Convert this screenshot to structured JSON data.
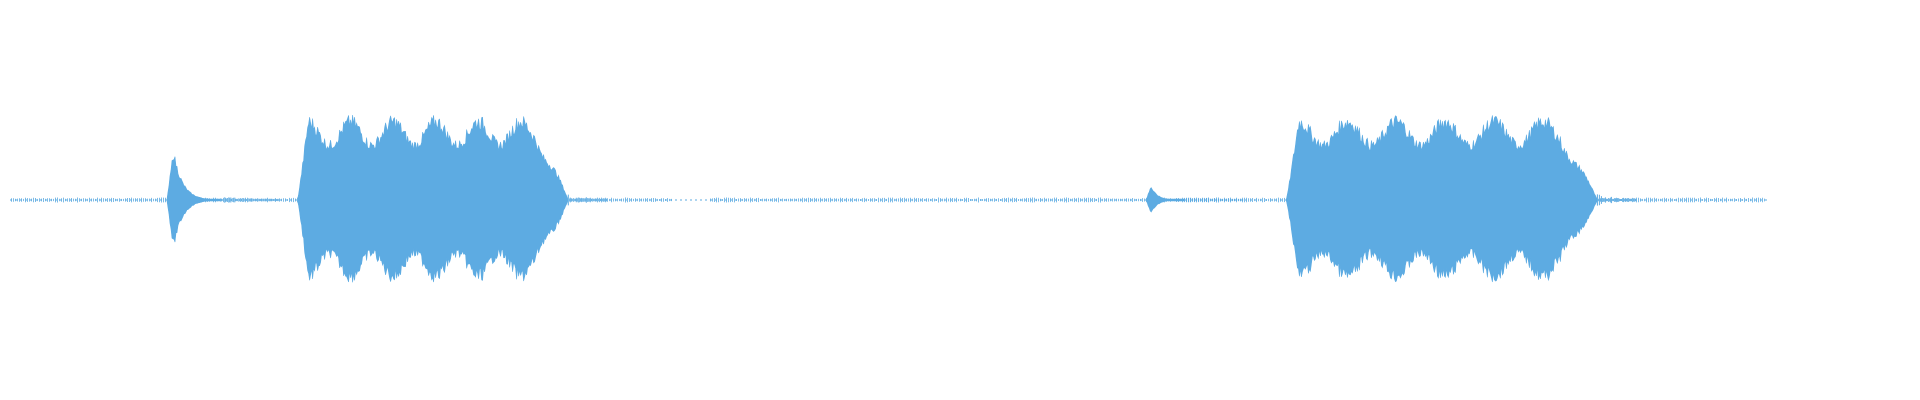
{
  "waveform": {
    "color": "#5dabe2",
    "background": "#ffffff",
    "segments": [
      {
        "label": "short-transient-1",
        "start": 0.087,
        "end": 0.115,
        "amplitude": 0.5
      },
      {
        "label": "sustained-sound-1",
        "start": 0.155,
        "end": 0.296,
        "amplitude": 0.82
      },
      {
        "label": "tiny-blip",
        "start": 0.597,
        "end": 0.617,
        "amplitude": 0.14
      },
      {
        "label": "sustained-sound-2",
        "start": 0.67,
        "end": 0.832,
        "amplitude": 0.82
      }
    ],
    "noise_floor_ranges": [
      {
        "start": 0.006,
        "end": 0.35
      },
      {
        "start": 0.37,
        "end": 0.92
      }
    ]
  }
}
